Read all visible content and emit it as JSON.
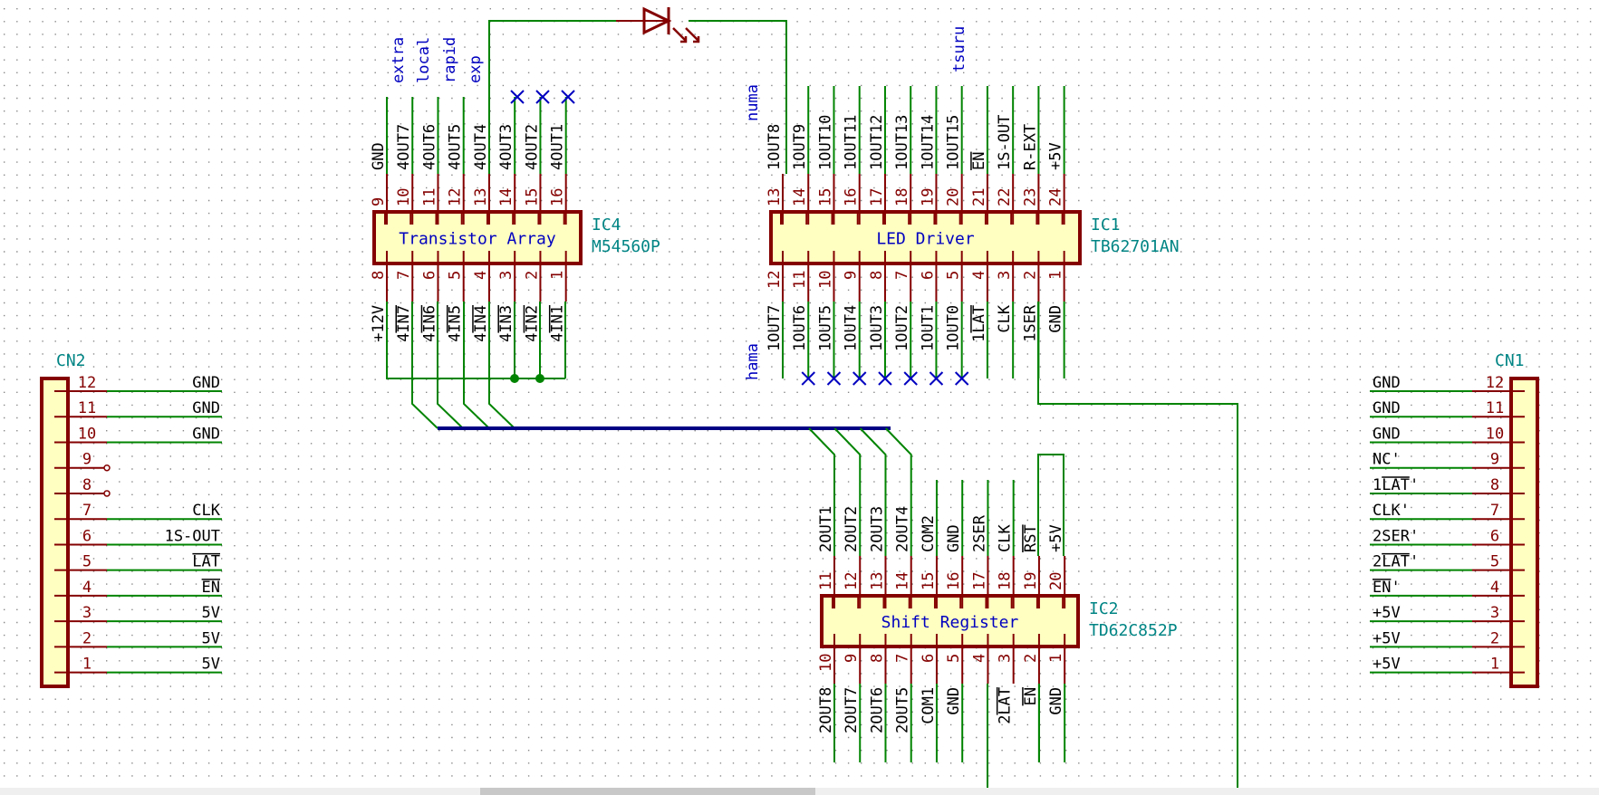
{
  "app": {
    "view": "KiCad Eeschema schematic"
  },
  "components": {
    "ic4": {
      "ref": "IC4",
      "value": "M54560P",
      "body_label": "Transistor Array",
      "top_pins": [
        {
          "num": "9",
          "name": "GND"
        },
        {
          "num": "10",
          "name": "4OUT7"
        },
        {
          "num": "11",
          "name": "4OUT6"
        },
        {
          "num": "12",
          "name": "4OUT5"
        },
        {
          "num": "13",
          "name": "4OUT4"
        },
        {
          "num": "14",
          "name": "4OUT3"
        },
        {
          "num": "15",
          "name": "4OUT2"
        },
        {
          "num": "16",
          "name": "4OUT1"
        }
      ],
      "bottom_pins": [
        {
          "num": "8",
          "name": "+12V"
        },
        {
          "num": "7",
          "name": "4IN7",
          "overbar": "IN7"
        },
        {
          "num": "6",
          "name": "4IN6",
          "overbar": "IN6"
        },
        {
          "num": "5",
          "name": "4IN5",
          "overbar": "IN5"
        },
        {
          "num": "4",
          "name": "4IN4",
          "overbar": "IN4"
        },
        {
          "num": "3",
          "name": "4IN3",
          "overbar": "IN3"
        },
        {
          "num": "2",
          "name": "4IN2",
          "overbar": "IN2"
        },
        {
          "num": "1",
          "name": "4IN1",
          "overbar": "IN1"
        }
      ],
      "net_labels": [
        "extra",
        "local",
        "rapid",
        "exp"
      ]
    },
    "ic1": {
      "ref": "IC1",
      "value": "TB62701AN",
      "body_label": "LED Driver",
      "top_pins": [
        {
          "num": "13",
          "name": "1OUT8"
        },
        {
          "num": "14",
          "name": "1OUT9"
        },
        {
          "num": "15",
          "name": "1OUT10"
        },
        {
          "num": "16",
          "name": "1OUT11"
        },
        {
          "num": "17",
          "name": "1OUT12"
        },
        {
          "num": "18",
          "name": "1OUT13"
        },
        {
          "num": "19",
          "name": "1OUT14"
        },
        {
          "num": "20",
          "name": "1OUT15"
        },
        {
          "num": "21",
          "name": "EN",
          "overbar": "EN"
        },
        {
          "num": "22",
          "name": "1S-OUT"
        },
        {
          "num": "23",
          "name": "R-EXT"
        },
        {
          "num": "24",
          "name": "+5V"
        }
      ],
      "bottom_pins": [
        {
          "num": "12",
          "name": "1OUT7"
        },
        {
          "num": "11",
          "name": "1OUT6"
        },
        {
          "num": "10",
          "name": "1OUT5"
        },
        {
          "num": "9",
          "name": "1OUT4"
        },
        {
          "num": "8",
          "name": "1OUT3"
        },
        {
          "num": "7",
          "name": "1OUT2"
        },
        {
          "num": "6",
          "name": "1OUT1"
        },
        {
          "num": "5",
          "name": "1OUT0"
        },
        {
          "num": "4",
          "name": "1LAT",
          "overbar": "LAT"
        },
        {
          "num": "3",
          "name": "CLK"
        },
        {
          "num": "2",
          "name": "1SER"
        },
        {
          "num": "1",
          "name": "GND"
        }
      ],
      "net_labels": {
        "top": [
          "numa",
          "tsuru"
        ],
        "bottom": [
          "hama"
        ]
      }
    },
    "ic2": {
      "ref": "IC2",
      "value": "TD62C852P",
      "body_label": "Shift Register",
      "top_pins": [
        {
          "num": "11",
          "name": "2OUT1"
        },
        {
          "num": "12",
          "name": "2OUT2"
        },
        {
          "num": "13",
          "name": "2OUT3"
        },
        {
          "num": "14",
          "name": "2OUT4"
        },
        {
          "num": "15",
          "name": "COM2"
        },
        {
          "num": "16",
          "name": "GND"
        },
        {
          "num": "17",
          "name": "2SER"
        },
        {
          "num": "18",
          "name": "CLK"
        },
        {
          "num": "19",
          "name": "RST",
          "overbar": "RST"
        },
        {
          "num": "20",
          "name": "+5V"
        }
      ],
      "bottom_pins": [
        {
          "num": "10",
          "name": "2OUT8"
        },
        {
          "num": "9",
          "name": "2OUT7"
        },
        {
          "num": "8",
          "name": "2OUT6"
        },
        {
          "num": "7",
          "name": "2OUT5"
        },
        {
          "num": "6",
          "name": "COM1"
        },
        {
          "num": "5",
          "name": "GND"
        },
        {
          "num": "4",
          "name": ""
        },
        {
          "num": "3",
          "name": "2LAT",
          "overbar": "LAT"
        },
        {
          "num": "2",
          "name": "EN",
          "overbar": "EN"
        },
        {
          "num": "1",
          "name": "GND"
        }
      ]
    },
    "cn2": {
      "ref": "CN2",
      "pins": [
        {
          "num": "12",
          "label": "GND"
        },
        {
          "num": "11",
          "label": "GND"
        },
        {
          "num": "10",
          "label": "GND"
        },
        {
          "num": "9",
          "label": ""
        },
        {
          "num": "8",
          "label": ""
        },
        {
          "num": "7",
          "label": "CLK"
        },
        {
          "num": "6",
          "label": "1S-OUT"
        },
        {
          "num": "5",
          "label": "LAT",
          "overbar": "LAT"
        },
        {
          "num": "4",
          "label": "EN",
          "overbar": "EN"
        },
        {
          "num": "3",
          "label": "5V"
        },
        {
          "num": "2",
          "label": "5V"
        },
        {
          "num": "1",
          "label": "5V"
        }
      ]
    },
    "cn1": {
      "ref": "CN1",
      "pins": [
        {
          "num": "12",
          "label": "GND"
        },
        {
          "num": "11",
          "label": "GND"
        },
        {
          "num": "10",
          "label": "GND"
        },
        {
          "num": "9",
          "label": "NC'"
        },
        {
          "num": "8",
          "label": "1LAT'",
          "overbar": "LAT"
        },
        {
          "num": "7",
          "label": "CLK'"
        },
        {
          "num": "6",
          "label": "2SER'"
        },
        {
          "num": "5",
          "label": "2LAT'",
          "overbar": "LAT"
        },
        {
          "num": "4",
          "label": "EN'",
          "overbar": "EN"
        },
        {
          "num": "3",
          "label": "+5V"
        },
        {
          "num": "2",
          "label": "+5V"
        },
        {
          "num": "1",
          "label": "+5V"
        }
      ]
    },
    "led": {
      "ref": "",
      "symbol": "LED"
    }
  },
  "colors": {
    "wire": "#008400",
    "bus": "#000084",
    "pin": "#840000",
    "body_fill": "#ffffc2",
    "net_label": "#0000c0",
    "reference": "#008484",
    "grid_dot": "#888888"
  },
  "scrollbar": {
    "horizontal_position_fraction": 0.3,
    "visible_fraction": 0.21
  }
}
